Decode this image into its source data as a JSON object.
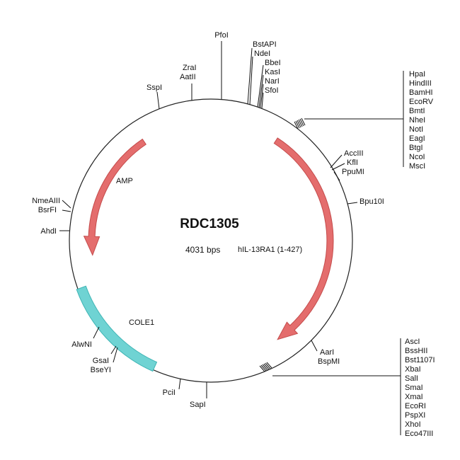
{
  "map": {
    "name": "RDC1305",
    "size": "4031 bps",
    "colors": {
      "backbone": "#222222",
      "arrow_fill": "#e46d6d",
      "arrow_stroke": "#c44b4b",
      "cole1_fill": "#6fd3d3",
      "cole1_stroke": "#3fb5b5"
    }
  },
  "features": {
    "amp": "AMP",
    "insert": "hIL-13RA1 (1-427)",
    "cole1": "COLE1"
  },
  "sites": {
    "pfoi": "PfoI",
    "top_cluster": [
      "BstAPI",
      "NdeI",
      "BbeI",
      "KasI",
      "NarI",
      "SfoI"
    ],
    "zrai": "ZraI",
    "aatii": "AatII",
    "sspi": "SspI",
    "mcs1": [
      "HpaI",
      "HindIII",
      "BamHI",
      "EcoRV",
      "BmtI",
      "NheI",
      "NotI",
      "EagI",
      "BtgI",
      "NcoI",
      "MscI"
    ],
    "right_cluster": [
      "AccIII",
      "KflI",
      "PpuMI"
    ],
    "bpu10i": "Bpu10I",
    "nmeaiii": "NmeAIII",
    "bsrfi": "BsrFI",
    "ahdi": "AhdI",
    "alwni": "AlwNI",
    "gsai": "GsaI",
    "bseyi": "BseYI",
    "pcii": "PciI",
    "sapi": "SapI",
    "aari": "AarI",
    "bspmi": "BspMI",
    "mcs2": [
      "AscI",
      "BssHII",
      "Bst1107I",
      "XbaI",
      "SalI",
      "SmaI",
      "XmaI",
      "EcoRI",
      "PspXI",
      "XhoI",
      "Eco47III"
    ]
  }
}
